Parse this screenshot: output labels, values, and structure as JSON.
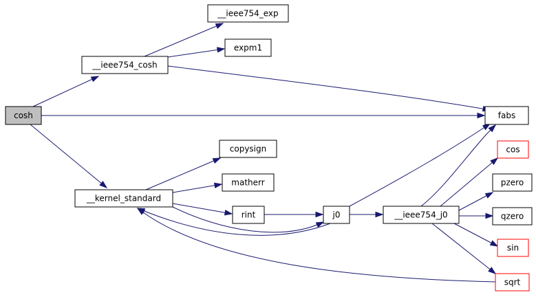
{
  "colors": {
    "edge": "#191970",
    "node_border_default": "#000000",
    "node_border_truncated": "#ff0000",
    "node_fill_root": "#bfbfbf",
    "node_fill_default": "#ffffff"
  },
  "nodes": [
    {
      "id": "cosh",
      "label": "cosh",
      "style": "root"
    },
    {
      "id": "ieee754_cosh",
      "label": "__ieee754_cosh",
      "style": "default"
    },
    {
      "id": "ieee754_exp",
      "label": "__ieee754_exp",
      "style": "default"
    },
    {
      "id": "expm1",
      "label": "expm1",
      "style": "default"
    },
    {
      "id": "fabs",
      "label": "fabs",
      "style": "default"
    },
    {
      "id": "kernel_standard",
      "label": "__kernel_standard",
      "style": "default"
    },
    {
      "id": "copysign",
      "label": "copysign",
      "style": "default"
    },
    {
      "id": "matherr",
      "label": "matherr",
      "style": "default"
    },
    {
      "id": "rint",
      "label": "rint",
      "style": "default"
    },
    {
      "id": "j0",
      "label": "j0",
      "style": "default"
    },
    {
      "id": "ieee754_j0",
      "label": "__ieee754_j0",
      "style": "default"
    },
    {
      "id": "cos",
      "label": "cos",
      "style": "truncated"
    },
    {
      "id": "pzero",
      "label": "pzero",
      "style": "default"
    },
    {
      "id": "qzero",
      "label": "qzero",
      "style": "default"
    },
    {
      "id": "sin",
      "label": "sin",
      "style": "truncated"
    },
    {
      "id": "sqrt",
      "label": "sqrt",
      "style": "truncated"
    }
  ],
  "edges": [
    {
      "from": "cosh",
      "to": "ieee754_cosh"
    },
    {
      "from": "cosh",
      "to": "fabs"
    },
    {
      "from": "cosh",
      "to": "kernel_standard"
    },
    {
      "from": "ieee754_cosh",
      "to": "ieee754_exp"
    },
    {
      "from": "ieee754_cosh",
      "to": "expm1"
    },
    {
      "from": "ieee754_cosh",
      "to": "fabs"
    },
    {
      "from": "kernel_standard",
      "to": "copysign"
    },
    {
      "from": "kernel_standard",
      "to": "matherr"
    },
    {
      "from": "kernel_standard",
      "to": "rint"
    },
    {
      "from": "kernel_standard",
      "to": "j0"
    },
    {
      "from": "rint",
      "to": "j0"
    },
    {
      "from": "j0",
      "to": "kernel_standard"
    },
    {
      "from": "j0",
      "to": "fabs"
    },
    {
      "from": "j0",
      "to": "ieee754_j0"
    },
    {
      "from": "ieee754_j0",
      "to": "fabs"
    },
    {
      "from": "ieee754_j0",
      "to": "cos"
    },
    {
      "from": "ieee754_j0",
      "to": "pzero"
    },
    {
      "from": "ieee754_j0",
      "to": "qzero"
    },
    {
      "from": "ieee754_j0",
      "to": "sin"
    },
    {
      "from": "ieee754_j0",
      "to": "sqrt"
    },
    {
      "from": "sqrt",
      "to": "kernel_standard"
    }
  ]
}
